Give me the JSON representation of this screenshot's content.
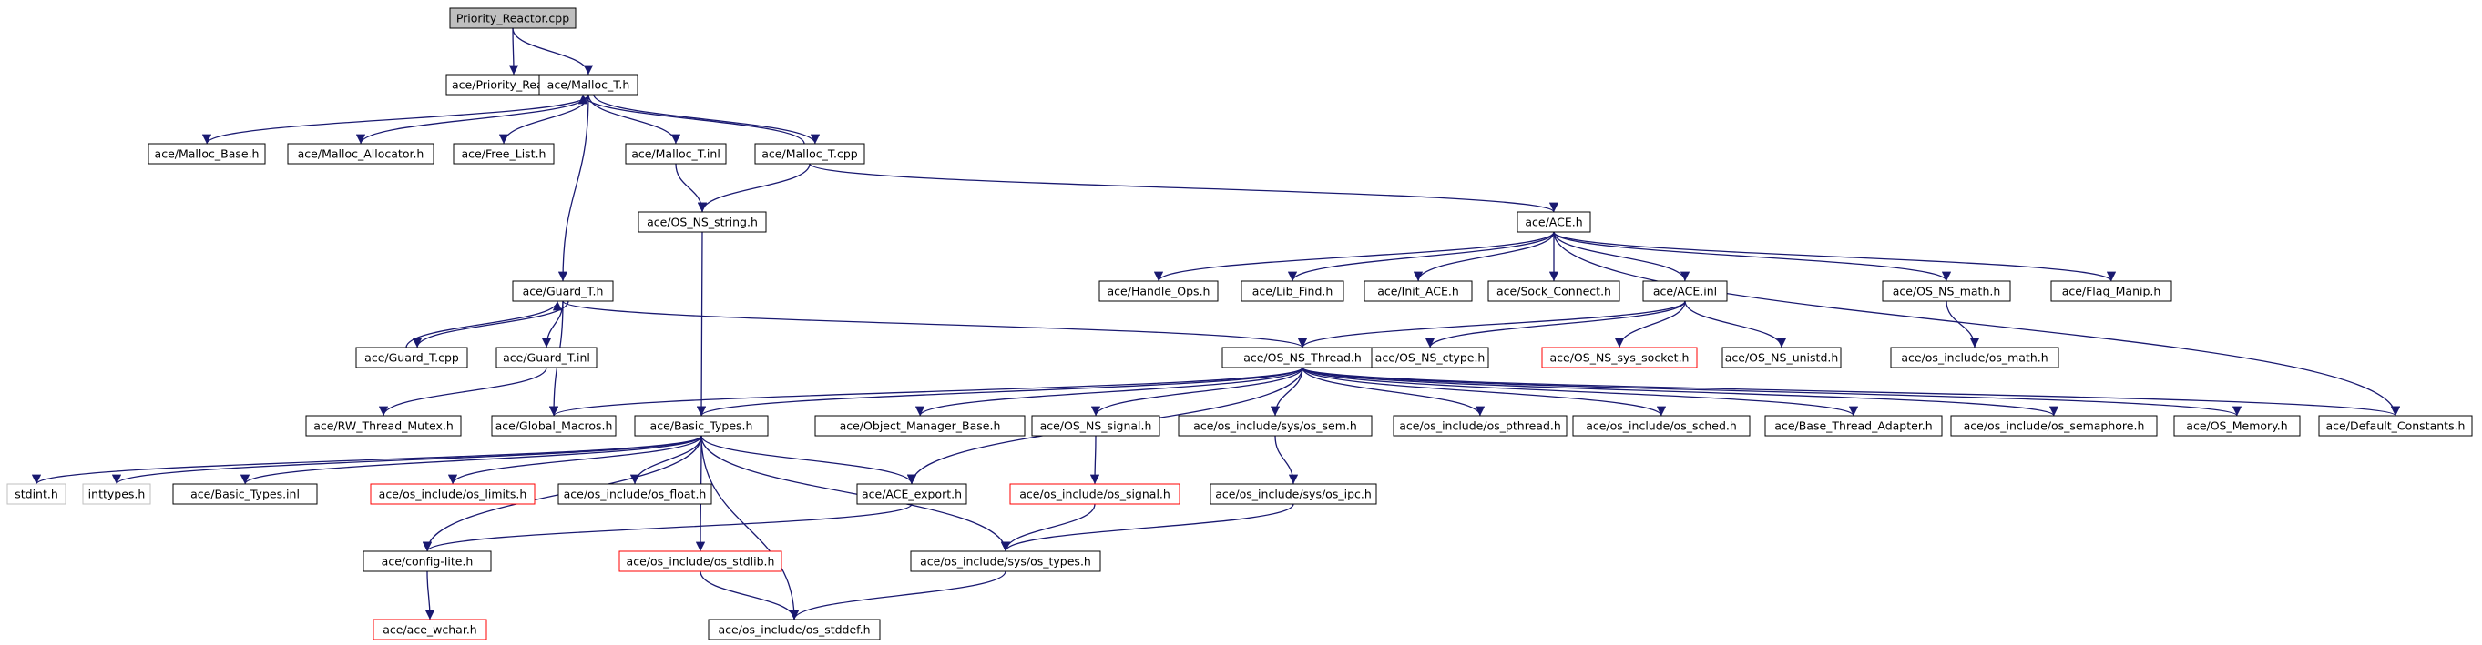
{
  "graph_title": "Priority_Reactor.cpp",
  "colors": {
    "edge": "#191970",
    "node_border": "#000000",
    "missing_node_border": "#ff0000",
    "system_node_border": "#bfbfbf",
    "root_fill": "#bfbfbf"
  },
  "nodes": [
    {
      "id": "n0",
      "label": "Priority_Reactor.cpp",
      "style": "root"
    },
    {
      "id": "n1",
      "label": "ace/Priority_Reactor.h",
      "style": "normal"
    },
    {
      "id": "n2",
      "label": "ace/Malloc_T.h",
      "style": "normal"
    },
    {
      "id": "n3",
      "label": "ace/Malloc_Base.h",
      "style": "normal"
    },
    {
      "id": "n4",
      "label": "ace/Malloc_Allocator.h",
      "style": "normal"
    },
    {
      "id": "n5",
      "label": "ace/Free_List.h",
      "style": "normal"
    },
    {
      "id": "n6",
      "label": "ace/Malloc_T.inl",
      "style": "normal"
    },
    {
      "id": "n7",
      "label": "ace/Malloc_T.cpp",
      "style": "normal"
    },
    {
      "id": "n8",
      "label": "ace/OS_NS_string.h",
      "style": "normal"
    },
    {
      "id": "n9",
      "label": "ace/ACE.h",
      "style": "normal"
    },
    {
      "id": "n10",
      "label": "ace/Guard_T.h",
      "style": "normal"
    },
    {
      "id": "n11",
      "label": "ace/Handle_Ops.h",
      "style": "normal"
    },
    {
      "id": "n12",
      "label": "ace/Lib_Find.h",
      "style": "normal"
    },
    {
      "id": "n13",
      "label": "ace/Init_ACE.h",
      "style": "normal"
    },
    {
      "id": "n14",
      "label": "ace/Sock_Connect.h",
      "style": "normal"
    },
    {
      "id": "n15",
      "label": "ace/ACE.inl",
      "style": "normal"
    },
    {
      "id": "n16",
      "label": "ace/OS_NS_math.h",
      "style": "normal"
    },
    {
      "id": "n17",
      "label": "ace/Flag_Manip.h",
      "style": "normal"
    },
    {
      "id": "n18",
      "label": "ace/Guard_T.cpp",
      "style": "normal"
    },
    {
      "id": "n19",
      "label": "ace/Guard_T.inl",
      "style": "normal"
    },
    {
      "id": "n20",
      "label": "ace/OS_NS_Thread.h",
      "style": "normal"
    },
    {
      "id": "n21",
      "label": "ace/OS_NS_ctype.h",
      "style": "normal"
    },
    {
      "id": "n22",
      "label": "ace/OS_NS_sys_socket.h",
      "style": "missing"
    },
    {
      "id": "n23",
      "label": "ace/OS_NS_unistd.h",
      "style": "normal"
    },
    {
      "id": "n24",
      "label": "ace/os_include/os_math.h",
      "style": "normal"
    },
    {
      "id": "n25",
      "label": "ace/RW_Thread_Mutex.h",
      "style": "normal"
    },
    {
      "id": "n26",
      "label": "ace/Global_Macros.h",
      "style": "normal"
    },
    {
      "id": "n27",
      "label": "ace/Basic_Types.h",
      "style": "normal"
    },
    {
      "id": "n28",
      "label": "ace/Object_Manager_Base.h",
      "style": "normal"
    },
    {
      "id": "n29",
      "label": "ace/OS_NS_signal.h",
      "style": "normal"
    },
    {
      "id": "n30",
      "label": "ace/os_include/sys/os_sem.h",
      "style": "normal"
    },
    {
      "id": "n31",
      "label": "ace/os_include/os_pthread.h",
      "style": "normal"
    },
    {
      "id": "n32",
      "label": "ace/os_include/os_sched.h",
      "style": "normal"
    },
    {
      "id": "n33",
      "label": "ace/Base_Thread_Adapter.h",
      "style": "normal"
    },
    {
      "id": "n34",
      "label": "ace/os_include/os_semaphore.h",
      "style": "normal"
    },
    {
      "id": "n35",
      "label": "ace/OS_Memory.h",
      "style": "normal"
    },
    {
      "id": "n36",
      "label": "ace/Default_Constants.h",
      "style": "normal"
    },
    {
      "id": "n37",
      "label": "stdint.h",
      "style": "system"
    },
    {
      "id": "n38",
      "label": "inttypes.h",
      "style": "system"
    },
    {
      "id": "n39",
      "label": "ace/Basic_Types.inl",
      "style": "normal"
    },
    {
      "id": "n40",
      "label": "ace/os_include/os_limits.h",
      "style": "missing"
    },
    {
      "id": "n41",
      "label": "ace/os_include/os_float.h",
      "style": "normal"
    },
    {
      "id": "n42",
      "label": "ace/ACE_export.h",
      "style": "normal"
    },
    {
      "id": "n43",
      "label": "ace/os_include/os_signal.h",
      "style": "missing"
    },
    {
      "id": "n44",
      "label": "ace/os_include/sys/os_ipc.h",
      "style": "normal"
    },
    {
      "id": "n45",
      "label": "ace/config-lite.h",
      "style": "normal"
    },
    {
      "id": "n46",
      "label": "ace/os_include/os_stdlib.h",
      "style": "missing"
    },
    {
      "id": "n47",
      "label": "ace/os_include/sys/os_types.h",
      "style": "normal"
    },
    {
      "id": "n48",
      "label": "ace/ace_wchar.h",
      "style": "missing"
    },
    {
      "id": "n49",
      "label": "ace/os_include/os_stddef.h",
      "style": "normal"
    }
  ],
  "edges": [
    [
      "n0",
      "n1"
    ],
    [
      "n0",
      "n2"
    ],
    [
      "n2",
      "n3"
    ],
    [
      "n2",
      "n4"
    ],
    [
      "n2",
      "n5"
    ],
    [
      "n2",
      "n6"
    ],
    [
      "n2",
      "n7"
    ],
    [
      "n2",
      "n10"
    ],
    [
      "n7",
      "n2"
    ],
    [
      "n6",
      "n8"
    ],
    [
      "n7",
      "n8"
    ],
    [
      "n7",
      "n9"
    ],
    [
      "n9",
      "n11"
    ],
    [
      "n9",
      "n12"
    ],
    [
      "n9",
      "n13"
    ],
    [
      "n9",
      "n14"
    ],
    [
      "n9",
      "n15"
    ],
    [
      "n9",
      "n16"
    ],
    [
      "n9",
      "n17"
    ],
    [
      "n9",
      "n36"
    ],
    [
      "n15",
      "n20"
    ],
    [
      "n15",
      "n21"
    ],
    [
      "n15",
      "n22"
    ],
    [
      "n15",
      "n23"
    ],
    [
      "n16",
      "n24"
    ],
    [
      "n10",
      "n18"
    ],
    [
      "n10",
      "n19"
    ],
    [
      "n10",
      "n26"
    ],
    [
      "n10",
      "n20"
    ],
    [
      "n18",
      "n10"
    ],
    [
      "n19",
      "n25"
    ],
    [
      "n8",
      "n27"
    ],
    [
      "n20",
      "n26"
    ],
    [
      "n20",
      "n27"
    ],
    [
      "n20",
      "n28"
    ],
    [
      "n20",
      "n29"
    ],
    [
      "n20",
      "n30"
    ],
    [
      "n20",
      "n31"
    ],
    [
      "n20",
      "n32"
    ],
    [
      "n20",
      "n33"
    ],
    [
      "n20",
      "n34"
    ],
    [
      "n20",
      "n35"
    ],
    [
      "n20",
      "n36"
    ],
    [
      "n20",
      "n42"
    ],
    [
      "n27",
      "n37"
    ],
    [
      "n27",
      "n38"
    ],
    [
      "n27",
      "n39"
    ],
    [
      "n27",
      "n40"
    ],
    [
      "n27",
      "n41"
    ],
    [
      "n27",
      "n42"
    ],
    [
      "n27",
      "n45"
    ],
    [
      "n27",
      "n46"
    ],
    [
      "n27",
      "n47"
    ],
    [
      "n27",
      "n49"
    ],
    [
      "n29",
      "n43"
    ],
    [
      "n30",
      "n44"
    ],
    [
      "n42",
      "n45"
    ],
    [
      "n43",
      "n47"
    ],
    [
      "n44",
      "n47"
    ],
    [
      "n45",
      "n48"
    ],
    [
      "n46",
      "n49"
    ],
    [
      "n47",
      "n49"
    ]
  ]
}
